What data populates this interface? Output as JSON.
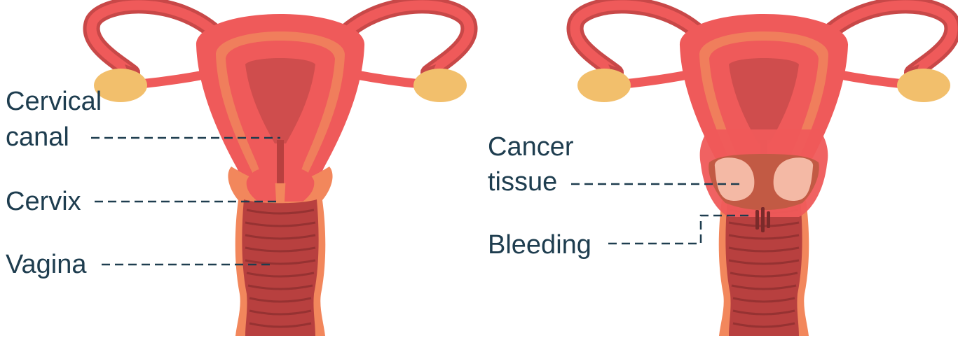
{
  "labels": {
    "cervical_canal_line1": "Cervical",
    "cervical_canal_line2": "canal",
    "cervix": "Cervix",
    "vagina": "Vagina",
    "cancer_tissue_line1": "Cancer",
    "cancer_tissue_line2": "tissue",
    "bleeding": "Bleeding"
  },
  "colors": {
    "outer_wall": "#ef5a5a",
    "tube_dark": "#c84848",
    "muscle": "#f07e5c",
    "cavity": "#cf4d4d",
    "ovary": "#f2bf6c",
    "vagina_outer": "#f2875c",
    "vagina_inner": "#b8403f",
    "vagina_rugae": "#963232",
    "cancer": "#f4b9a5",
    "cancer_rim": "#c25a44",
    "leader_line": "#1e3d4f"
  }
}
